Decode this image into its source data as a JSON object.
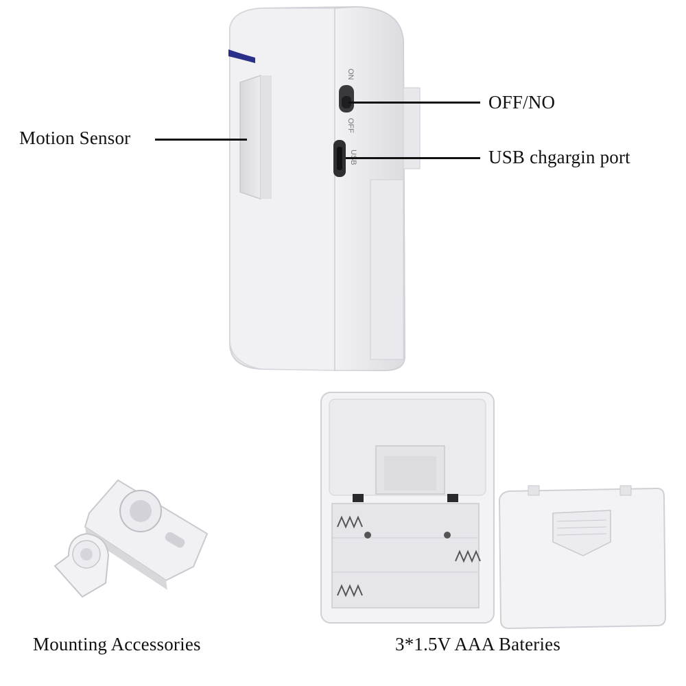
{
  "labels": {
    "motion_sensor": "Motion Sensor",
    "off_on": "OFF/NO",
    "usb_port": "USB chgargin port",
    "mounting": "Mounting Accessories",
    "batteries": "3*1.5V AAA Bateries"
  },
  "device_markings": {
    "switch_on": "ON",
    "switch_off": "OFF",
    "usb": "USB"
  },
  "colors": {
    "accent_stripe": "#2a2f8a"
  }
}
